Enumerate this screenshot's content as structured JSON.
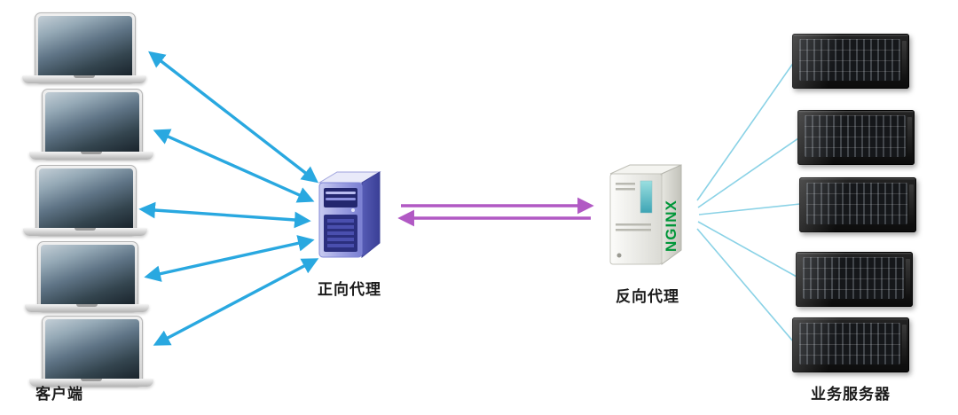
{
  "diagram": {
    "clients": {
      "label": "客户端",
      "count": 5
    },
    "forward_proxy": {
      "label": "正向代理"
    },
    "reverse_proxy": {
      "label": "反向代理",
      "logo_text": "NGINX"
    },
    "servers": {
      "label": "业务服务器",
      "count": 5
    },
    "colors": {
      "client_arrow": "#29a8e0",
      "proxy_arrow": "#b159c4",
      "server_link": "#8ad2e6",
      "nginx_green": "#009639",
      "background": "#ffffff"
    }
  }
}
